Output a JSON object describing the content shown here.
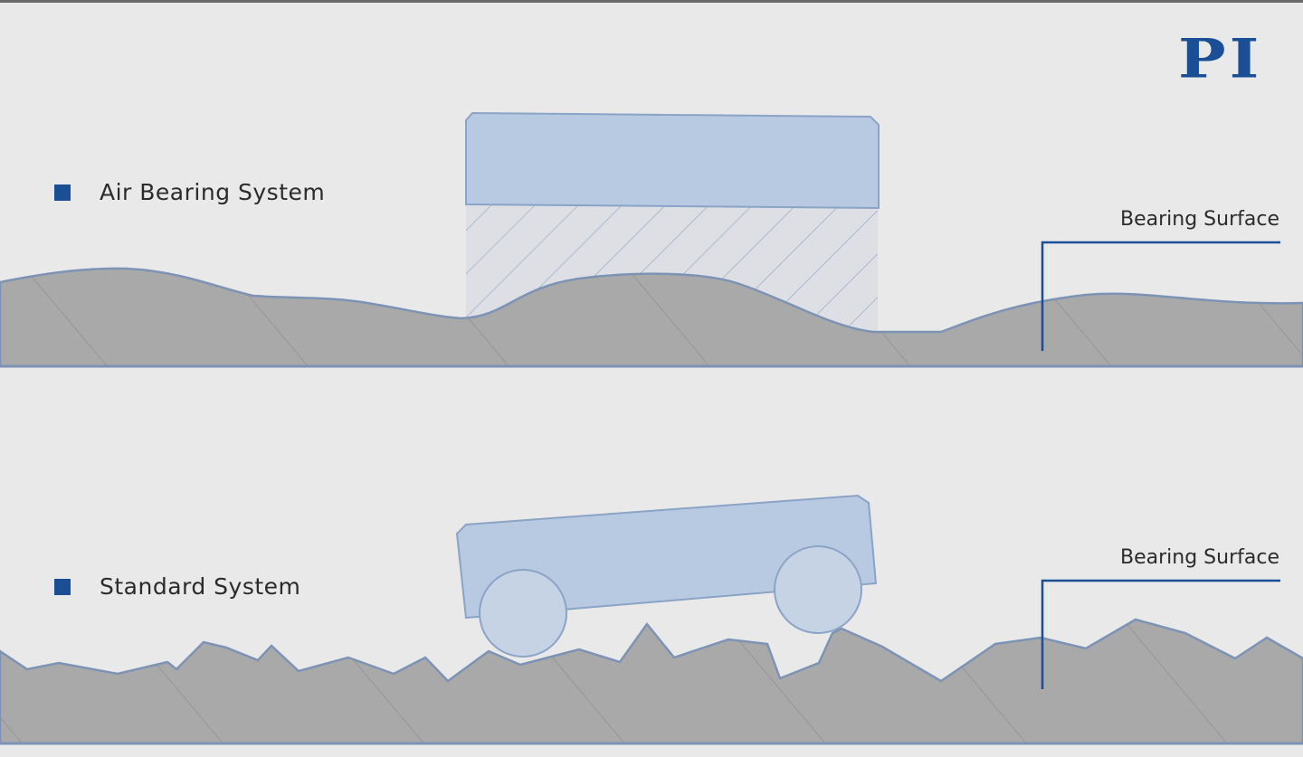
{
  "logo": "PI",
  "panels": [
    {
      "label": "Air Bearing System",
      "surface_label": "Bearing Surface"
    },
    {
      "label": "Standard System",
      "surface_label": "Bearing Surface"
    }
  ],
  "colors": {
    "accent": "#1a4f96",
    "ground": "#a9a9a9",
    "block": "#b8cae1",
    "background": "#e9e9e9"
  }
}
